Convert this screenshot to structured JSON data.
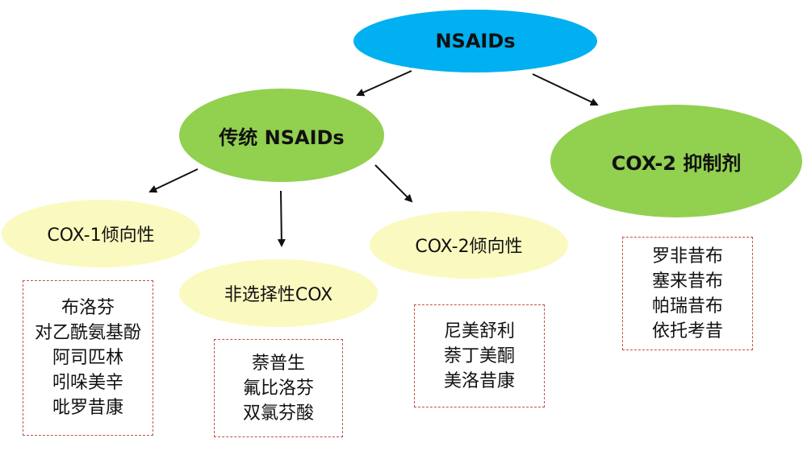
{
  "root": {
    "label": "NSAIDs",
    "color": "#00b0f0"
  },
  "traditional": {
    "label": "传统 NSAIDs",
    "color": "#92d050",
    "children": {
      "cox1": {
        "label": "COX-1倾向性",
        "drugs": [
          "布洛芬",
          "对乙酰氨基酚",
          "阿司匹林",
          "吲哚美辛",
          "吡罗昔康"
        ]
      },
      "nonselective": {
        "label": "非选择性COX",
        "drugs": [
          "萘普生",
          "氟比洛芬",
          "双氯芬酸"
        ]
      },
      "cox2pref": {
        "label": "COX-2倾向性",
        "drugs": [
          "尼美舒利",
          "萘丁美酮",
          "美洛昔康"
        ]
      }
    }
  },
  "cox2_inhibitors": {
    "label": "COX-2 抑制剂",
    "color": "#92d050",
    "drugs": [
      "罗非昔布",
      "塞来昔布",
      "帕瑞昔布",
      "依托考昔"
    ]
  }
}
